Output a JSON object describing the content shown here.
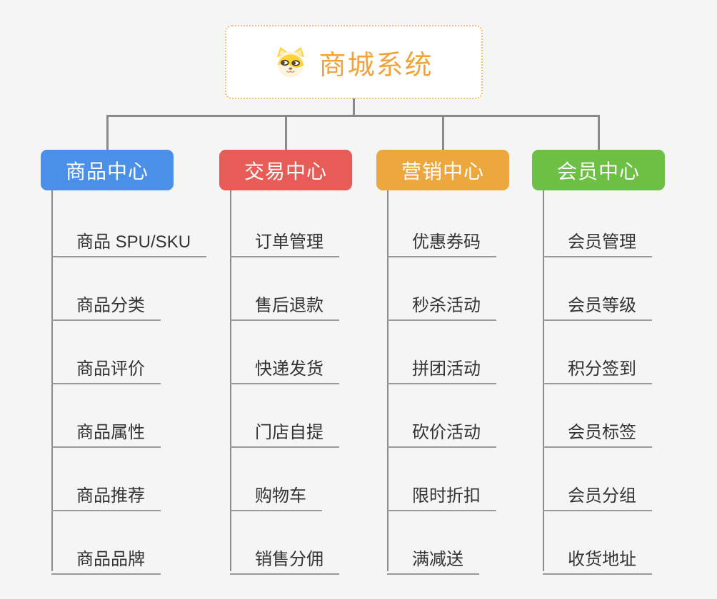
{
  "app": {
    "background_color": "#f5f5f5",
    "connector_color": "#8a8a8a",
    "underline_color": "#999999",
    "subtopic_text_color": "#333333"
  },
  "root": {
    "title": "商城系统",
    "title_color": "#F2A43C",
    "border_color": "#f3be6b",
    "icon": "dog-face-icon"
  },
  "branches": [
    {
      "label": "商品中心",
      "color": "#4A90E8",
      "children": [
        "商品 SPU/SKU",
        "商品分类",
        "商品评价",
        "商品属性",
        "商品推荐",
        "商品品牌"
      ]
    },
    {
      "label": "交易中心",
      "color": "#E85C57",
      "children": [
        "订单管理",
        "售后退款",
        "快递发货",
        "门店自提",
        "购物车",
        "销售分佣"
      ]
    },
    {
      "label": "营销中心",
      "color": "#ECA83C",
      "children": [
        "优惠券码",
        "秒杀活动",
        "拼团活动",
        "砍价活动",
        "限时折扣",
        "满减送"
      ]
    },
    {
      "label": "会员中心",
      "color": "#6DC044",
      "children": [
        "会员管理",
        "会员等级",
        "积分签到",
        "会员标签",
        "会员分组",
        "收货地址"
      ]
    }
  ]
}
